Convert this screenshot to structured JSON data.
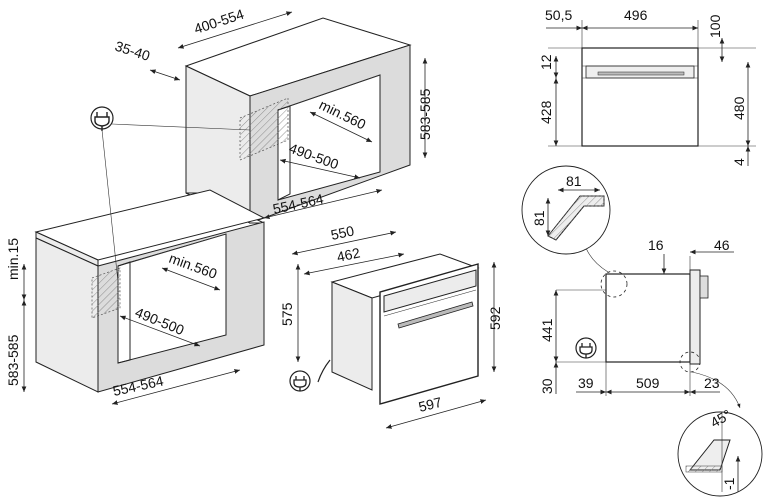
{
  "diagram": {
    "wall_top_dims": {
      "width": "400-554",
      "depth": "35-40",
      "height": "583-585",
      "inner_width": "min.560",
      "inner_depth": "490-500",
      "bottom_width": "554-564"
    },
    "cabinet_dims": {
      "top_gap": "min.15",
      "height": "583-585",
      "inner_width": "min.560",
      "inner_depth": "490-500",
      "bottom_width": "554-564"
    },
    "oven_dims": {
      "depth_overall": "550",
      "depth_body": "462",
      "height_body": "575",
      "height_front": "592",
      "width_front": "597"
    },
    "front_view_dims": {
      "left_offset": "50,5",
      "width": "496",
      "top": "100",
      "panel": "12",
      "cavity": "428",
      "height": "480",
      "bottom": "4"
    },
    "side_view_dims": {
      "detail_a": "81",
      "detail_b": "81",
      "top_gap": "16",
      "front_depth": "46",
      "height": "441",
      "bottom": "30",
      "depth_left": "39",
      "depth_main": "509",
      "depth_right": "23",
      "angle": "45°",
      "offset": "-1"
    },
    "icons": [
      "power-plug-icon"
    ]
  }
}
